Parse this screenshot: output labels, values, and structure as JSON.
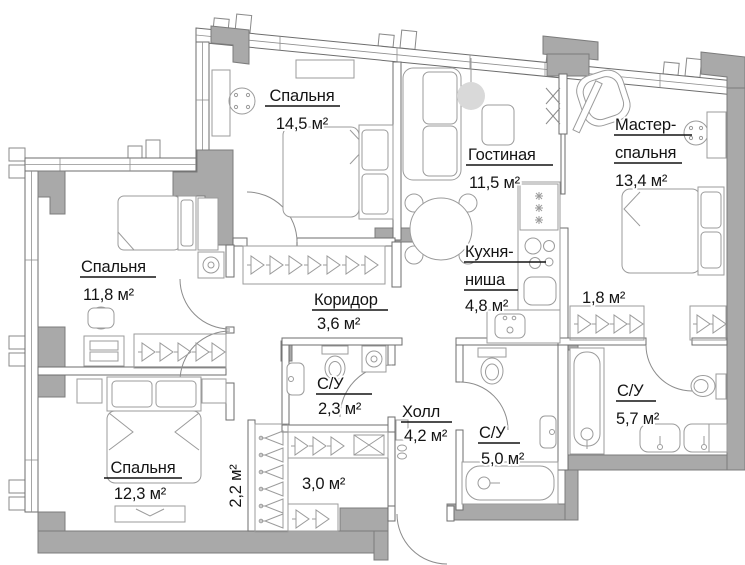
{
  "plan": {
    "type": "apartment-floor-plan",
    "language": "ru",
    "area_unit": "м²",
    "colors": {
      "wall_fill": "#a9a9a9",
      "wall_outline": "#6d6d6d",
      "furniture_line": "#9b9b9b",
      "label_text": "#141414",
      "pendant_lamp": "#d9d9d9"
    },
    "rooms": [
      {
        "id": "bedroom-top",
        "name": "Спальня",
        "area": "14,5 м²"
      },
      {
        "id": "living-room",
        "name": "Гостиная",
        "area": "11,5 м²"
      },
      {
        "id": "master-bedroom",
        "name1": "Мастер-",
        "name2": "спальня",
        "area": "13,4 м²"
      },
      {
        "id": "bedroom-left",
        "name": "Спальня",
        "area": "11,8 м²"
      },
      {
        "id": "corridor",
        "name": "Коридор",
        "area": "3,6 м²"
      },
      {
        "id": "kitchen-niche",
        "name1": "Кухня-",
        "name2": "ниша",
        "area": "4,8 м²"
      },
      {
        "id": "wardrobe-pass",
        "area": "1,8 м²"
      },
      {
        "id": "bathroom-master",
        "name": "С/У",
        "area": "5,7 м²"
      },
      {
        "id": "bedroom-bottom",
        "name": "Спальня",
        "area": "12,3 м²"
      },
      {
        "id": "wardrobe-niche",
        "area": "2,2 м²"
      },
      {
        "id": "closet",
        "area": "3,0 м²"
      },
      {
        "id": "bathroom-small",
        "name": "С/У",
        "area": "2,3 м²"
      },
      {
        "id": "hall",
        "name": "Холл",
        "area": "4,2 м²"
      },
      {
        "id": "bathroom-guest",
        "name": "С/У",
        "area": "5,0 м²"
      }
    ]
  }
}
